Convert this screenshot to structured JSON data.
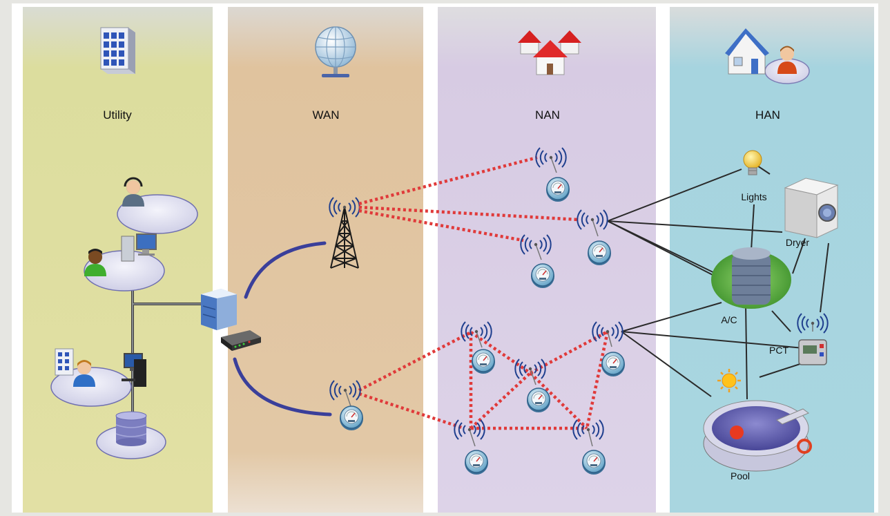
{
  "columns": [
    {
      "id": "utility",
      "label": "Utility",
      "color": "#dfe0a0"
    },
    {
      "id": "wan",
      "label": "WAN",
      "color": "#e3c8a4"
    },
    {
      "id": "nan",
      "label": "NAN",
      "color": "#dcd2e6"
    },
    {
      "id": "han",
      "label": "HAN",
      "color": "#a9d6e0"
    }
  ],
  "devices": {
    "lights": "Lights",
    "dryer": "Dryer",
    "ac": "A/C",
    "pct": "PCT",
    "pool": "Pool"
  },
  "colors": {
    "wireless_link": "#e03a3a",
    "wired_link": "#3a3f9a",
    "han_link": "#2a2a2a"
  }
}
